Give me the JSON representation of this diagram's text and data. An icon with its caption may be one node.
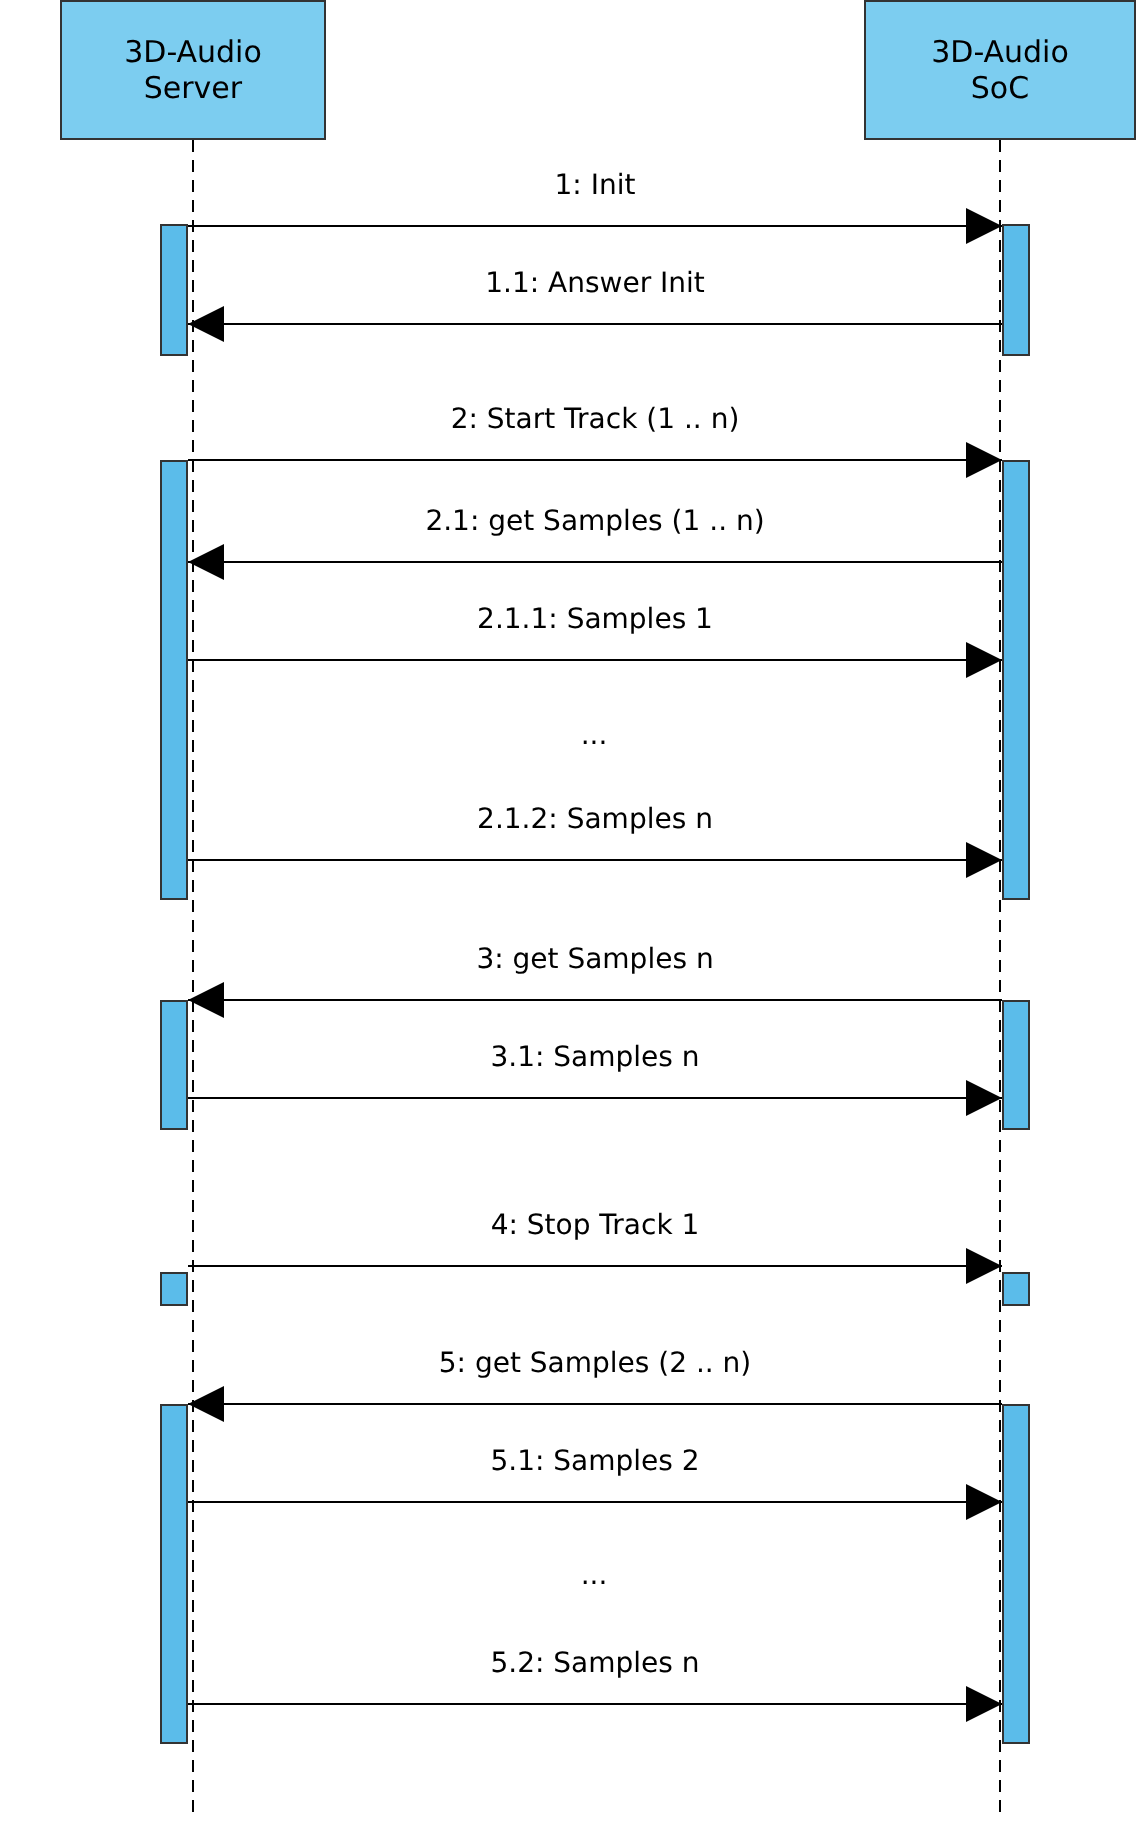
{
  "diagram": {
    "nodes": [
      {
        "text": [
          "3D-Audio Server"
        ]
      },
      {
        "text": [
          "3D-Audio SoC"
        ]
      },
      {
        "text": [],
        "shape": "bar"
      },
      {
        "text": [],
        "shape": "bar"
      },
      {
        "text": [],
        "shape": "bar"
      },
      {
        "text": [],
        "shape": "bar"
      },
      {
        "text": [],
        "shape": "bar"
      },
      {
        "text": [],
        "shape": "bar"
      },
      {
        "text": [],
        "shape": "bar"
      },
      {
        "text": [],
        "shape": "bar"
      },
      {
        "text": [],
        "shape": "bar"
      },
      {
        "text": [],
        "shape": "bar"
      }
    ],
    "edges": [
      {
        "from": 2,
        "to": 3,
        "arrow": "to",
        "label": "1: Init"
      },
      {
        "from": 3,
        "to": 2,
        "arrow": "to",
        "label": "1.1: Answer Init"
      },
      {
        "from": 4,
        "to": 5,
        "arrow": "to",
        "label": "2: Start Track (1 .. n)"
      },
      {
        "from": 5,
        "to": 4,
        "arrow": "to",
        "label": "2.1: get Samples (1 .. n)"
      },
      {
        "from": 4,
        "to": 5,
        "arrow": "to",
        "label": "2.1.1: Samples 1"
      },
      {
        "from": 4,
        "to": 5,
        "arrow": "to",
        "label": "2.1.2: Samples n"
      },
      {
        "from": 7,
        "to": 6,
        "arrow": "to",
        "label": "3: get Samples n"
      },
      {
        "from": 6,
        "to": 7,
        "arrow": "to",
        "label": "3.1: Samples n"
      },
      {
        "from": 8,
        "to": 9,
        "arrow": "to",
        "label": "4: Stop Track 1"
      },
      {
        "from": 11,
        "to": 10,
        "arrow": "to",
        "label": "5: get Samples (2 .. n)"
      },
      {
        "from": 10,
        "to": 11,
        "arrow": "to",
        "label": "5.1: Samples 2"
      },
      {
        "from": 10,
        "to": 11,
        "arrow": "to",
        "label": "5.2: Samples n"
      }
    ],
    "labels": [
      "...",
      "..."
    ]
  }
}
